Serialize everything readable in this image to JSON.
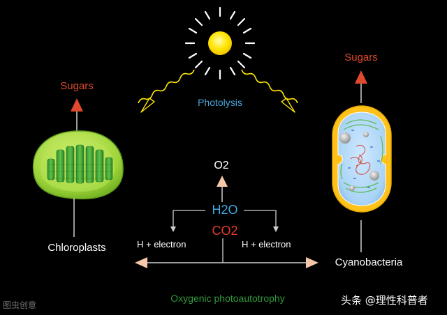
{
  "labels": {
    "photolysis": "Photolysis",
    "sugars_left": "Sugars",
    "sugars_right": "Sugars",
    "chloroplasts": "Chloroplasts",
    "cyanobacteria": "Cyanobacteria",
    "o2": "O2",
    "h2o": "H2O",
    "co2": "CO2",
    "h_electron_left": "H + electron",
    "h_electron_right": "H + electron",
    "oxygenic": "Oxygenic photoautotrophy"
  },
  "watermarks": {
    "left": "图虫创意",
    "right": "头条 @理性科普者"
  },
  "colors": {
    "background": "#000000",
    "sun": "#ffe600",
    "sugars": "#e0492e",
    "photolysis": "#4aa3d8",
    "h2o": "#3fa9e0",
    "co2": "#e03a2a",
    "oxygenic": "#2e9a3a",
    "arrow_peach": "#f6c7a8",
    "chloroplast_green": "#8fcf2e",
    "cyano_yellow": "#ffc21a"
  }
}
